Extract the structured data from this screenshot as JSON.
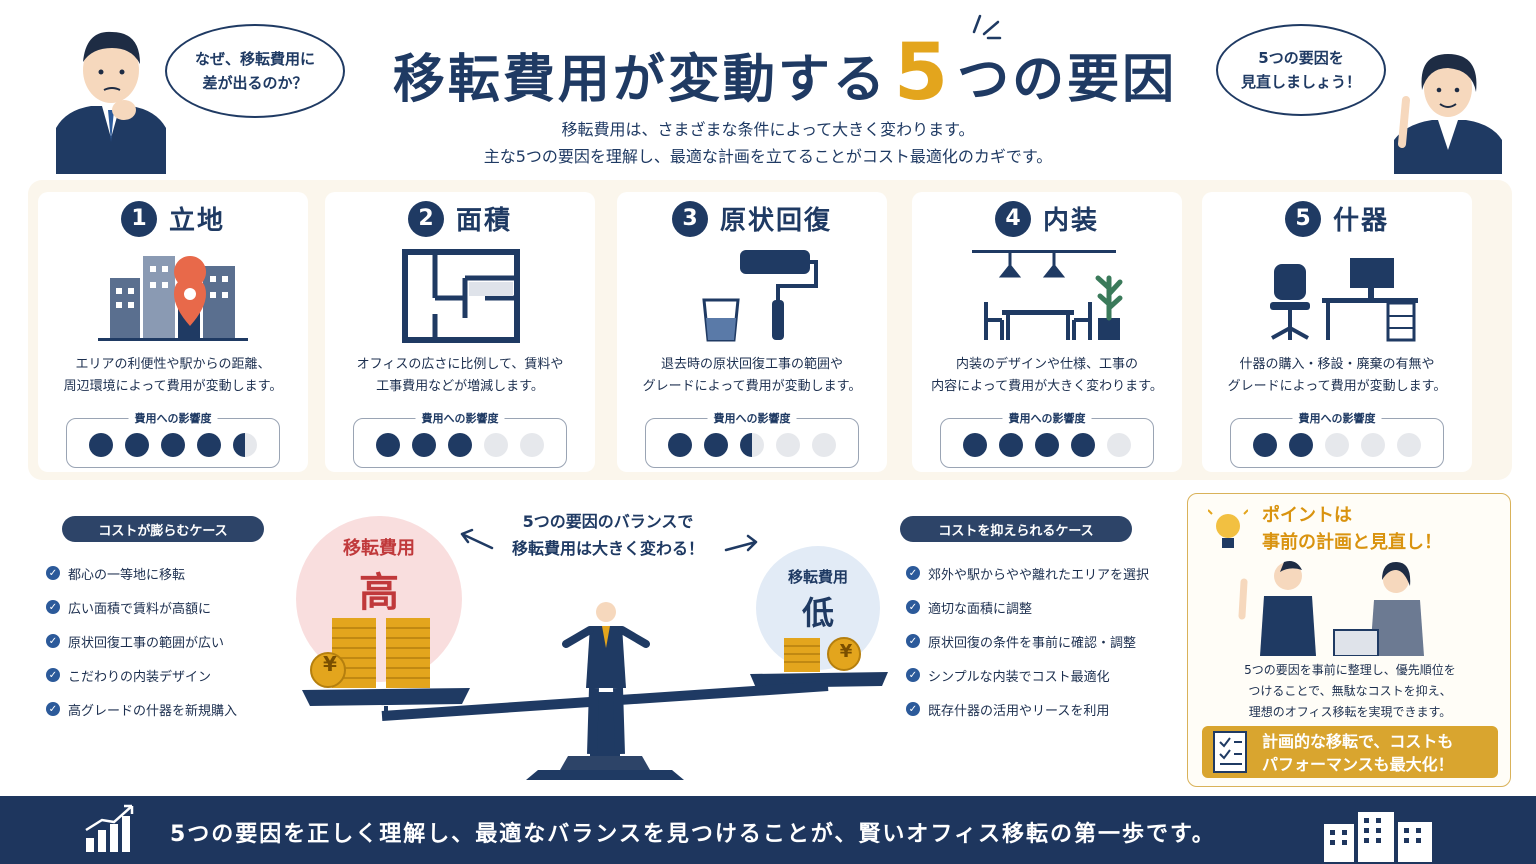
{
  "header": {
    "title_pre": "移転費用が変動する",
    "title_num": "5",
    "title_post": "つの要因",
    "subtitle_line1": "移転費用は、さまざまな条件によって大きく変わります。",
    "subtitle_line2": "主な5つの要因を理解し、最適な計画を立てることがコスト最適化のカギです。",
    "bubble_left_line1": "なぜ、移転費用に",
    "bubble_left_line2": "差が出るのか？",
    "bubble_right_line1": "5つの要因を",
    "bubble_right_line2": "見直しましょう！"
  },
  "cards": [
    {
      "num": "1",
      "title": "立地",
      "desc1": "エリアの利便性や駅からの距離、",
      "desc2": "周辺環境によって費用が変動します。",
      "impact_label": "費用への影響度",
      "impact": 4.5
    },
    {
      "num": "2",
      "title": "面積",
      "desc1": "オフィスの広さに比例して、賃料や",
      "desc2": "工事費用などが増減します。",
      "impact_label": "費用への影響度",
      "impact": 3
    },
    {
      "num": "3",
      "title": "原状回復",
      "desc1": "退去時の原状回復工事の範囲や",
      "desc2": "グレードによって費用が変動します。",
      "impact_label": "費用への影響度",
      "impact": 2.5
    },
    {
      "num": "4",
      "title": "内装",
      "desc1": "内装のデザインや仕様、工事の",
      "desc2": "内容によって費用が大きく変わります。",
      "impact_label": "費用への影響度",
      "impact": 4
    },
    {
      "num": "5",
      "title": "什器",
      "desc1": "什器の購入・移設・廃棄の有無や",
      "desc2": "グレードによって費用が変動します。",
      "impact_label": "費用への影響度",
      "impact": 2
    }
  ],
  "high_cost": {
    "label": "コストが膨らむケース",
    "items": [
      "都心の一等地に移転",
      "広い面積で賃料が高額に",
      "原状回復工事の範囲が広い",
      "こだわりの内装デザイン",
      "高グレードの什器を新規購入"
    ]
  },
  "low_cost": {
    "label": "コストを抑えられるケース",
    "items": [
      "郊外や駅からやや離れたエリアを選択",
      "適切な面積に調整",
      "原状回復の条件を事前に確認・調整",
      "シンプルな内装でコスト最適化",
      "既存什器の活用やリースを利用"
    ]
  },
  "balance": {
    "caption_line1": "5つの要因のバランスで",
    "caption_line2": "移転費用は大きく変わる！",
    "high_label": "移転費用",
    "high_value": "高",
    "low_label": "移転費用",
    "low_value": "低",
    "yen": "¥"
  },
  "point": {
    "title_line1": "ポイントは",
    "title_line2": "事前の計画と見直し！",
    "body_line1": "5つの要因を事前に整理し、優先順位を",
    "body_line2": "つけることで、無駄なコストを抑え、",
    "body_line3": "理想のオフィス移転を実現できます。",
    "banner_line1": "計画的な移転で、コストも",
    "banner_line2": "パフォーマンスも最大化！"
  },
  "footer": {
    "text": "5つの要因を正しく理解し、最適なバランスを見つけることが、賢いオフィス移転の第一歩です。"
  },
  "colors": {
    "navy": "#1f3a63",
    "gold": "#e3a51d",
    "red": "#c0393b",
    "pink": "#f9dede",
    "lightblue": "#e2ebf6"
  }
}
